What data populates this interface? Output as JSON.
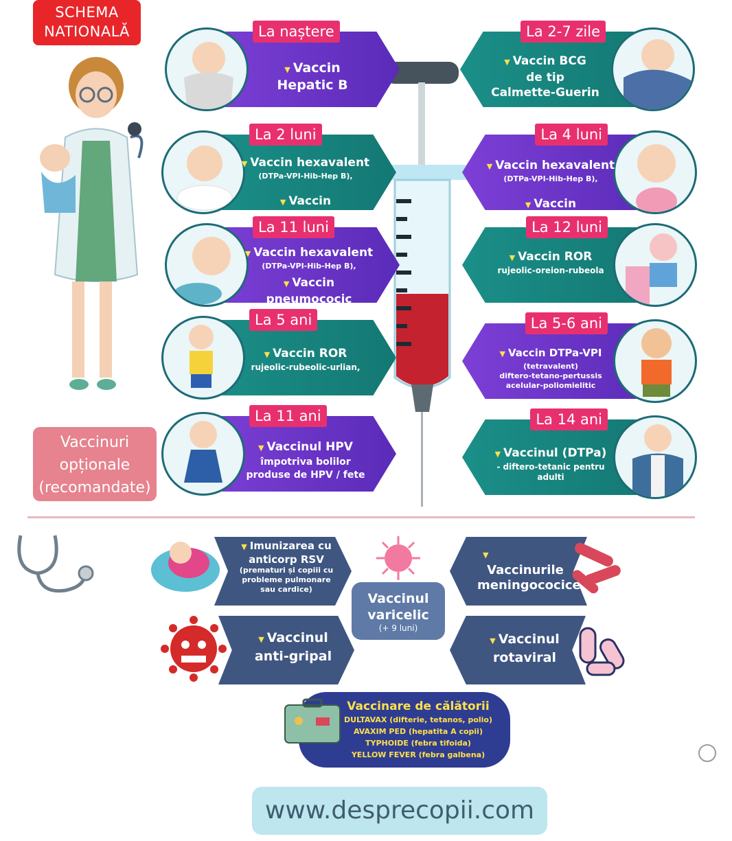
{
  "header": {
    "badge_line1": "SCHEMA",
    "badge_line2": "NATIONALĂ"
  },
  "optional": {
    "line1": "Vaccinuri",
    "line2": "opționale",
    "line3": "(recomandate)"
  },
  "colors": {
    "purple": "#6a34c8",
    "teal": "#1a8580",
    "pink": "#e8306f",
    "navy": "#3f5681",
    "red_badge": "#e8262a"
  },
  "cards": [
    {
      "age": "La naștere",
      "l1": "Vaccin",
      "l2": "Hepatic B",
      "l3": "",
      "l4": ""
    },
    {
      "age": "La 2-7 zile",
      "l1": "Vaccin BCG",
      "l2": "de tip",
      "l3": "Calmette-Guerin",
      "l4": ""
    },
    {
      "age": "La 2 luni",
      "l1": "Vaccin hexavalent",
      "l2": "(DTPa-VPI-Hib-Hep B),",
      "l3": "Vaccin pneumococic",
      "l4": ""
    },
    {
      "age": "La 4 luni",
      "l1": "Vaccin hexavalent",
      "l2": "(DTPa-VPI-Hib-Hep B),",
      "l3": "Vaccin pneumococic",
      "l4": ""
    },
    {
      "age": "La 11 luni",
      "l1": "Vaccin hexavalent",
      "l2": "(DTPa-VPI-Hib-Hep B),",
      "l3": "Vaccin pneumococic",
      "l4": ""
    },
    {
      "age": "La 12 luni",
      "l1": "Vaccin ROR",
      "l2": "rujeolic-oreion-rubeola",
      "l3": "",
      "l4": ""
    },
    {
      "age": "La 5 ani",
      "l1": "Vaccin ROR",
      "l2": "rujeolic-rubeolic-urlian,",
      "l3": "",
      "l4": ""
    },
    {
      "age": "La 5-6 ani",
      "l1": "Vaccin DTPa-VPI",
      "l2": "(tetravalent)",
      "l3": "diftero-tetano-pertussis",
      "l4": "acelular-poliomielitic"
    },
    {
      "age": "La 11 ani",
      "l1": "Vaccinul HPV",
      "l2": "împotriva bolilor",
      "l3": "produse de HPV / fete",
      "l4": ""
    },
    {
      "age": "La 14 ani",
      "l1": "Vaccinul (DTPa)",
      "l2": "- diftero-tetanic pentru",
      "l3": "adulti",
      "l4": ""
    }
  ],
  "bottom": {
    "rsv_l1": "Imunizarea cu",
    "rsv_l2": "anticorp RSV",
    "rsv_l3": "(prematuri și copiii cu",
    "rsv_l4": "probleme pulmonare",
    "rsv_l5": "sau cardice)",
    "mening_l1": "Vaccinurile",
    "mening_l2": "meningococice",
    "varicelic_l1": "Vaccinul",
    "varicelic_l2": "varicelic",
    "varicelic_l3": "(+ 9 luni)",
    "gripal_l1": "Vaccinul",
    "gripal_l2": "anti-gripal",
    "rota_l1": "Vaccinul",
    "rota_l2": "rotaviral",
    "travel_title": "Vaccinare de călătorii",
    "travel_1": "DULTAVAX (difterie, tetanos, polio)",
    "travel_2": "AVAXIM PED (hepatita A copii)",
    "travel_3": "TYPHOIDE (febra tifoida)",
    "travel_4": "YELLOW FEVER (febra galbena)"
  },
  "footer": {
    "website": "www.desprecopii.com"
  }
}
